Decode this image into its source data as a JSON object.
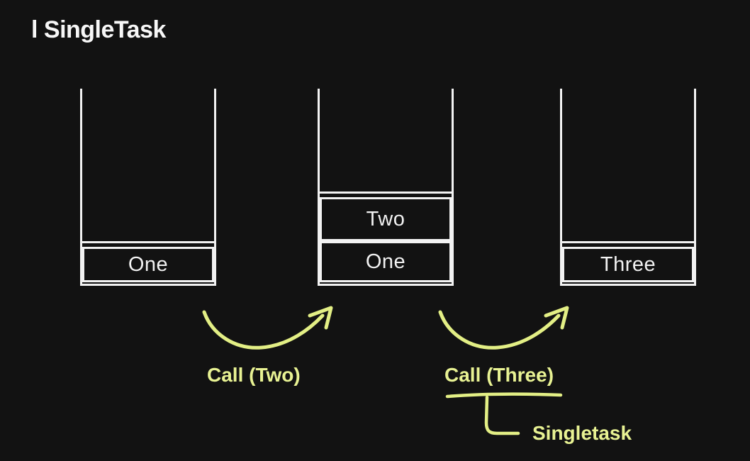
{
  "title": "l SingleTask",
  "stacks": [
    {
      "name": "stack-one",
      "items": [
        "One"
      ]
    },
    {
      "name": "stack-two",
      "items": [
        "Two",
        "One"
      ]
    },
    {
      "name": "stack-three",
      "items": [
        "Three"
      ]
    }
  ],
  "annotations": {
    "call_two": "Call (Two)",
    "call_three": "Call (Three)",
    "singletask": "Singletask"
  },
  "colors": {
    "background": "#121212",
    "line": "#f2f2f2",
    "accent": "#e8f293"
  }
}
